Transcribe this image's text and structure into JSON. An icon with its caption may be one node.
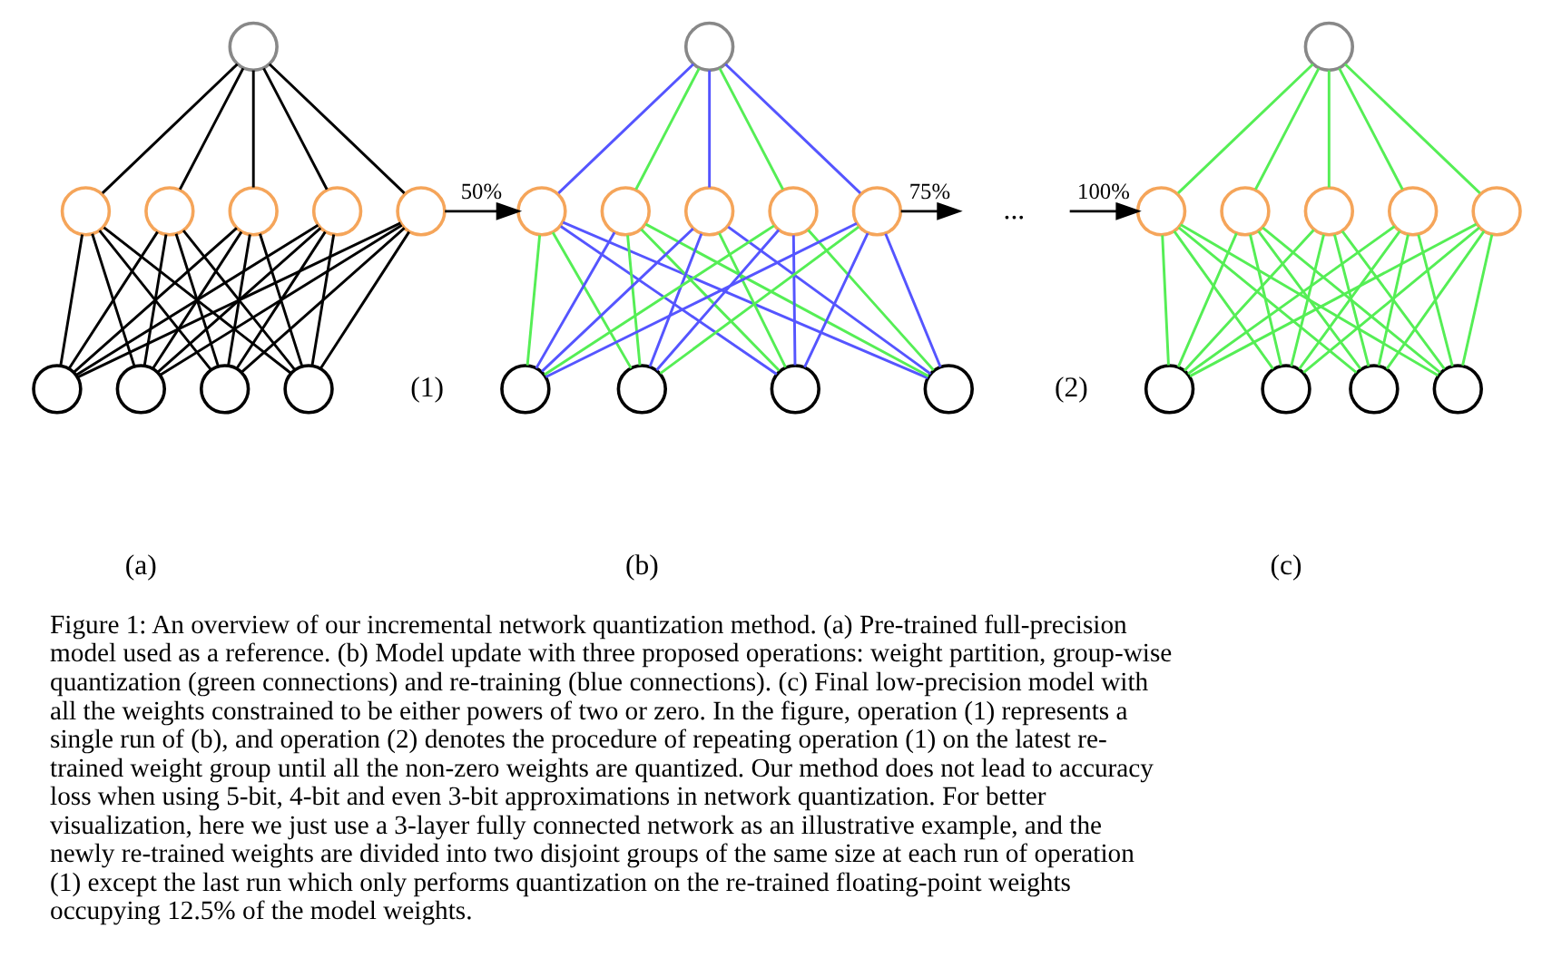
{
  "diagram": {
    "caption": "Figure 1: An overview of our incremental network quantization method. (a) Pre-trained full-precision model used as a reference. (b) Model update with three proposed operations: weight partition, group-wise quantization (green connections) and re-training (blue connections). (c) Final low-precision model with all the weights constrained to be either powers of two or zero. In the figure, operation (1) represents a single run of (b), and operation (2) denotes the procedure of repeating operation (1) on the latest re-trained weight group until all the non-zero weights are quantized. Our method does not lead to accuracy loss when using 5-bit, 4-bit and even 3-bit approximations in network quantization. For better visualization, here we just use a 3-layer fully connected network as an illustrative example, and the newly re-trained weights are divided into two disjoint groups of the same size at each run of operation (1) except the last run which only performs quantization on the re-trained floating-point weights occupying 12.5% of the model weights.",
    "nodes": [
      {
        "text": [],
        "shape": "circle"
      },
      {
        "text": [],
        "shape": "circle"
      },
      {
        "text": [],
        "shape": "circle"
      },
      {
        "text": [],
        "shape": "circle"
      },
      {
        "text": [],
        "shape": "circle"
      },
      {
        "text": [],
        "shape": "circle"
      },
      {
        "text": [],
        "shape": "circle"
      },
      {
        "text": [],
        "shape": "circle"
      },
      {
        "text": [],
        "shape": "circle"
      },
      {
        "text": [],
        "shape": "circle"
      },
      {
        "text": [],
        "shape": "circle"
      },
      {
        "text": [],
        "shape": "circle"
      },
      {
        "text": [],
        "shape": "circle"
      },
      {
        "text": [],
        "shape": "circle"
      },
      {
        "text": [],
        "shape": "circle"
      },
      {
        "text": [],
        "shape": "circle"
      },
      {
        "text": [],
        "shape": "circle"
      },
      {
        "text": [],
        "shape": "circle"
      },
      {
        "text": [],
        "shape": "circle"
      },
      {
        "text": [],
        "shape": "circle"
      },
      {
        "text": [
          "..."
        ]
      },
      {
        "text": [],
        "shape": "circle"
      },
      {
        "text": [],
        "shape": "circle"
      },
      {
        "text": [],
        "shape": "circle"
      },
      {
        "text": [],
        "shape": "circle"
      },
      {
        "text": [],
        "shape": "circle"
      },
      {
        "text": [],
        "shape": "circle"
      },
      {
        "text": [],
        "shape": "circle"
      },
      {
        "text": [],
        "shape": "circle"
      },
      {
        "text": [],
        "shape": "circle"
      },
      {
        "text": [],
        "shape": "circle"
      }
    ],
    "edges": [
      {
        "from": 0,
        "to": 1,
        "arrow": "none",
        "color": "#000000"
      },
      {
        "from": 0,
        "to": 2,
        "arrow": "none",
        "color": "#000000"
      },
      {
        "from": 0,
        "to": 3,
        "arrow": "none",
        "color": "#000000"
      },
      {
        "from": 0,
        "to": 4,
        "arrow": "none",
        "color": "#000000"
      },
      {
        "from": 0,
        "to": 5,
        "arrow": "none",
        "color": "#000000"
      },
      {
        "from": 1,
        "to": 6,
        "arrow": "none",
        "color": "#000000"
      },
      {
        "from": 1,
        "to": 7,
        "arrow": "none",
        "color": "#000000"
      },
      {
        "from": 1,
        "to": 8,
        "arrow": "none",
        "color": "#000000"
      },
      {
        "from": 1,
        "to": 9,
        "arrow": "none",
        "color": "#000000"
      },
      {
        "from": 2,
        "to": 6,
        "arrow": "none",
        "color": "#000000"
      },
      {
        "from": 2,
        "to": 7,
        "arrow": "none",
        "color": "#000000"
      },
      {
        "from": 2,
        "to": 8,
        "arrow": "none",
        "color": "#000000"
      },
      {
        "from": 2,
        "to": 9,
        "arrow": "none",
        "color": "#000000"
      },
      {
        "from": 3,
        "to": 6,
        "arrow": "none",
        "color": "#000000"
      },
      {
        "from": 3,
        "to": 7,
        "arrow": "none",
        "color": "#000000"
      },
      {
        "from": 3,
        "to": 8,
        "arrow": "none",
        "color": "#000000"
      },
      {
        "from": 3,
        "to": 9,
        "arrow": "none",
        "color": "#000000"
      },
      {
        "from": 4,
        "to": 6,
        "arrow": "none",
        "color": "#000000"
      },
      {
        "from": 4,
        "to": 7,
        "arrow": "none",
        "color": "#000000"
      },
      {
        "from": 4,
        "to": 8,
        "arrow": "none",
        "color": "#000000"
      },
      {
        "from": 4,
        "to": 9,
        "arrow": "none",
        "color": "#000000"
      },
      {
        "from": 5,
        "to": 6,
        "arrow": "none",
        "color": "#000000"
      },
      {
        "from": 5,
        "to": 7,
        "arrow": "none",
        "color": "#000000"
      },
      {
        "from": 5,
        "to": 8,
        "arrow": "none",
        "color": "#000000"
      },
      {
        "from": 5,
        "to": 9,
        "arrow": "none",
        "color": "#000000"
      },
      {
        "from": 5,
        "to": 11,
        "arrow": "to",
        "label": "50%",
        "color": "#000000"
      },
      {
        "from": 10,
        "to": 11,
        "arrow": "none",
        "color": "#5555ff"
      },
      {
        "from": 10,
        "to": 12,
        "arrow": "none",
        "color": "#55ee55"
      },
      {
        "from": 10,
        "to": 13,
        "arrow": "none",
        "color": "#5555ff"
      },
      {
        "from": 10,
        "to": 14,
        "arrow": "none",
        "color": "#55ee55"
      },
      {
        "from": 10,
        "to": 15,
        "arrow": "none",
        "color": "#5555ff"
      },
      {
        "from": 11,
        "to": 16,
        "arrow": "none",
        "color": "#55ee55"
      },
      {
        "from": 11,
        "to": 17,
        "arrow": "none",
        "color": "#55ee55"
      },
      {
        "from": 11,
        "to": 18,
        "arrow": "none",
        "color": "#5555ff"
      },
      {
        "from": 11,
        "to": 19,
        "arrow": "none",
        "color": "#5555ff"
      },
      {
        "from": 12,
        "to": 16,
        "arrow": "none",
        "color": "#5555ff"
      },
      {
        "from": 12,
        "to": 17,
        "arrow": "none",
        "color": "#55ee55"
      },
      {
        "from": 12,
        "to": 18,
        "arrow": "none",
        "color": "#55ee55"
      },
      {
        "from": 12,
        "to": 19,
        "arrow": "none",
        "color": "#55ee55"
      },
      {
        "from": 13,
        "to": 16,
        "arrow": "none",
        "color": "#5555ff"
      },
      {
        "from": 13,
        "to": 17,
        "arrow": "none",
        "color": "#5555ff"
      },
      {
        "from": 13,
        "to": 18,
        "arrow": "none",
        "color": "#55ee55"
      },
      {
        "from": 13,
        "to": 19,
        "arrow": "none",
        "color": "#5555ff"
      },
      {
        "from": 14,
        "to": 16,
        "arrow": "none",
        "color": "#55ee55"
      },
      {
        "from": 14,
        "to": 17,
        "arrow": "none",
        "color": "#5555ff"
      },
      {
        "from": 14,
        "to": 18,
        "arrow": "none",
        "color": "#5555ff"
      },
      {
        "from": 14,
        "to": 19,
        "arrow": "none",
        "color": "#55ee55"
      },
      {
        "from": 15,
        "to": 16,
        "arrow": "none",
        "color": "#5555ff"
      },
      {
        "from": 15,
        "to": 17,
        "arrow": "none",
        "color": "#55ee55"
      },
      {
        "from": 15,
        "to": 18,
        "arrow": "none",
        "color": "#5555ff"
      },
      {
        "from": 15,
        "to": 19,
        "arrow": "none",
        "color": "#5555ff"
      },
      {
        "from": 15,
        "to": 20,
        "arrow": "to",
        "label": "75%",
        "color": "#000000"
      },
      {
        "from": 20,
        "to": 22,
        "arrow": "to",
        "label": "100%",
        "color": "#000000"
      },
      {
        "from": 21,
        "to": 22,
        "arrow": "none",
        "color": "#55ee55"
      },
      {
        "from": 21,
        "to": 23,
        "arrow": "none",
        "color": "#55ee55"
      },
      {
        "from": 21,
        "to": 24,
        "arrow": "none",
        "color": "#55ee55"
      },
      {
        "from": 21,
        "to": 25,
        "arrow": "none",
        "color": "#55ee55"
      },
      {
        "from": 21,
        "to": 26,
        "arrow": "none",
        "color": "#55ee55"
      },
      {
        "from": 22,
        "to": 27,
        "arrow": "none",
        "color": "#55ee55"
      },
      {
        "from": 22,
        "to": 28,
        "arrow": "none",
        "color": "#55ee55"
      },
      {
        "from": 22,
        "to": 29,
        "arrow": "none",
        "color": "#55ee55"
      },
      {
        "from": 22,
        "to": 30,
        "arrow": "none",
        "color": "#55ee55"
      },
      {
        "from": 23,
        "to": 27,
        "arrow": "none",
        "color": "#55ee55"
      },
      {
        "from": 23,
        "to": 28,
        "arrow": "none",
        "color": "#55ee55"
      },
      {
        "from": 23,
        "to": 29,
        "arrow": "none",
        "color": "#55ee55"
      },
      {
        "from": 23,
        "to": 30,
        "arrow": "none",
        "color": "#55ee55"
      },
      {
        "from": 24,
        "to": 27,
        "arrow": "none",
        "color": "#55ee55"
      },
      {
        "from": 24,
        "to": 28,
        "arrow": "none",
        "color": "#55ee55"
      },
      {
        "from": 24,
        "to": 29,
        "arrow": "none",
        "color": "#55ee55"
      },
      {
        "from": 24,
        "to": 30,
        "arrow": "none",
        "color": "#55ee55"
      },
      {
        "from": 25,
        "to": 27,
        "arrow": "none",
        "color": "#55ee55"
      },
      {
        "from": 25,
        "to": 28,
        "arrow": "none",
        "color": "#55ee55"
      },
      {
        "from": 25,
        "to": 29,
        "arrow": "none",
        "color": "#55ee55"
      },
      {
        "from": 25,
        "to": 30,
        "arrow": "none",
        "color": "#55ee55"
      },
      {
        "from": 26,
        "to": 27,
        "arrow": "none",
        "color": "#55ee55"
      },
      {
        "from": 26,
        "to": 28,
        "arrow": "none",
        "color": "#55ee55"
      },
      {
        "from": 26,
        "to": 29,
        "arrow": "none",
        "color": "#55ee55"
      },
      {
        "from": 26,
        "to": 30,
        "arrow": "none",
        "color": "#55ee55"
      }
    ],
    "labels": [
      "(1)",
      "(2)",
      "(a)",
      "(b)",
      "(c)"
    ]
  }
}
